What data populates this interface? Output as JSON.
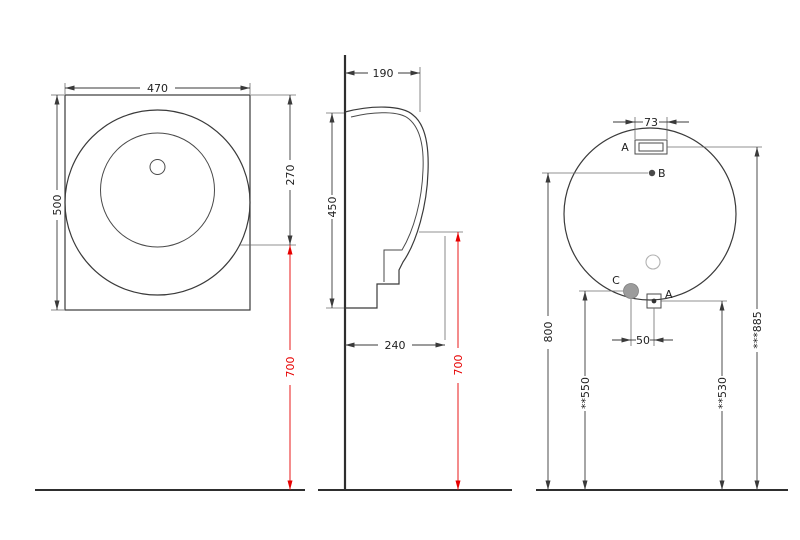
{
  "drawing": {
    "colors": {
      "line": "#3a3a3a",
      "dimension_red": "#e60000",
      "point_gray": "#9c9c9c"
    },
    "views": {
      "top": {
        "dim_width": "470",
        "dim_height": "500",
        "dim_outlet_offset": "270",
        "dim_mount_height": "700"
      },
      "side": {
        "dim_depth_top": "190",
        "dim_height": "450",
        "dim_depth_bottom": "240",
        "dim_mount_height": "700"
      },
      "front": {
        "dim_spreader_width": "73",
        "label_spreader": "A",
        "label_water_inlet": "B",
        "label_c": "C",
        "label_outlet": "A",
        "dim_inlet_height": "800",
        "dim_c_height": "**550",
        "dim_outlet_offset": "50",
        "dim_outlet_height": "**530",
        "dim_overall_height": "***885"
      }
    }
  }
}
